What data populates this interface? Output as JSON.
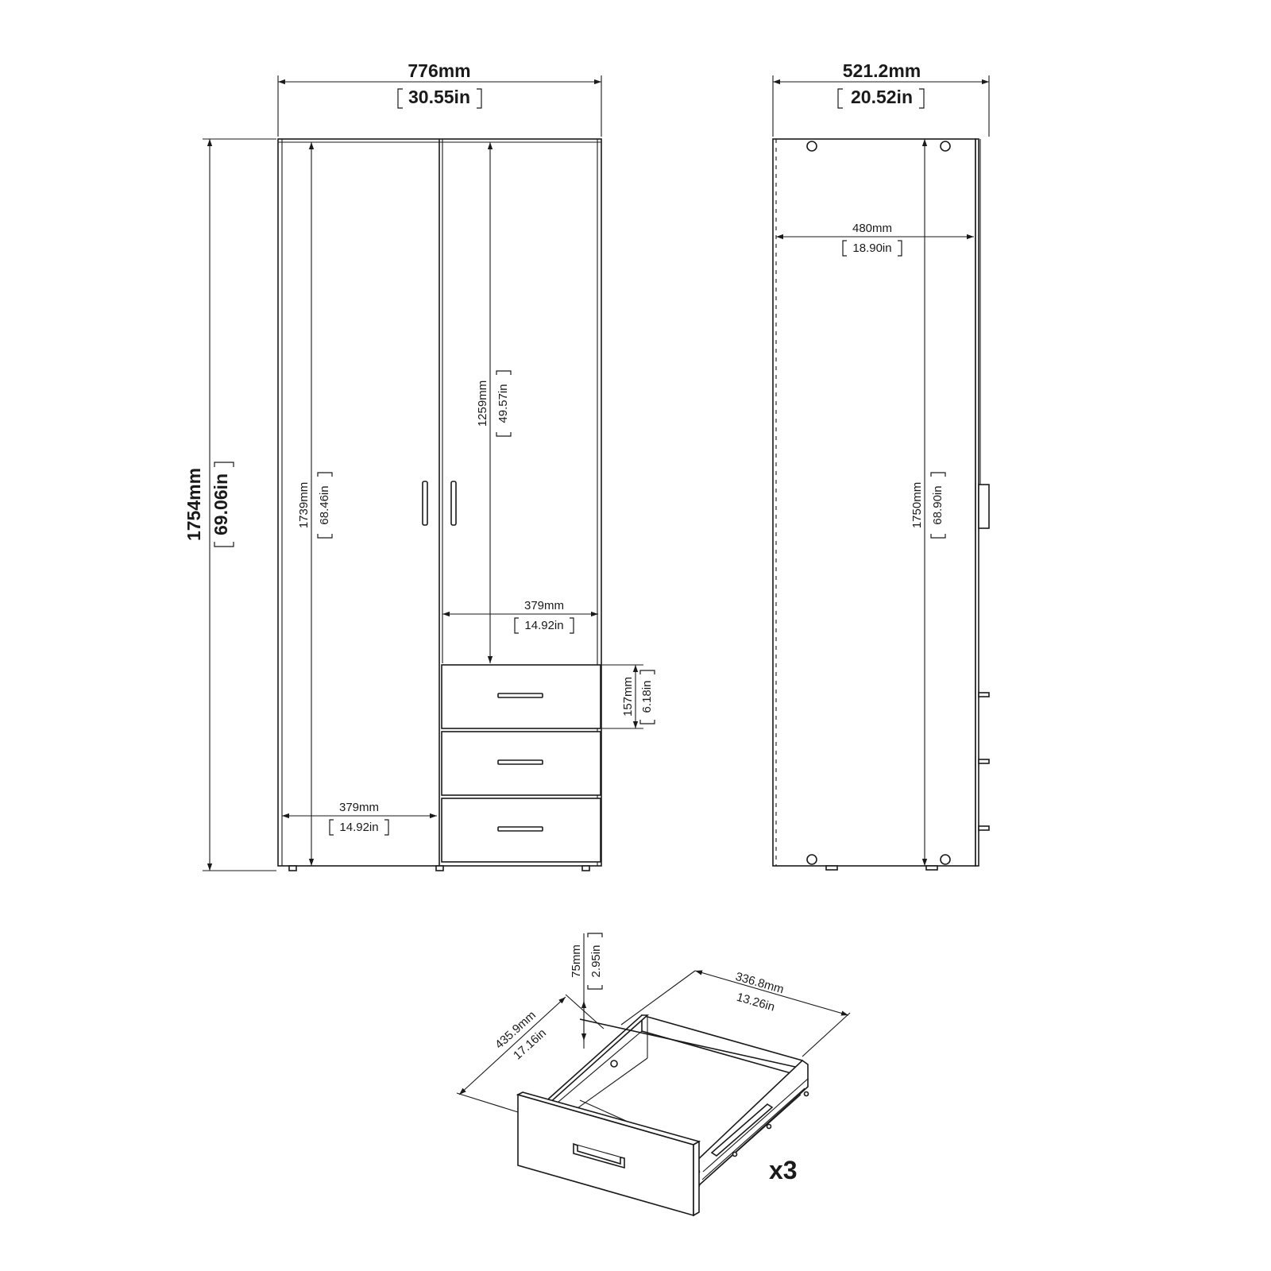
{
  "dimensions": {
    "width_mm": "776mm",
    "width_in": "30.55in",
    "depth_mm": "521.2mm",
    "depth_in": "20.52in",
    "height_mm": "1754mm",
    "height_in": "69.06in",
    "inner_height_mm": "1739mm",
    "inner_height_in": "68.46in",
    "door_height_mm": "1259mm",
    "door_height_in": "49.57in",
    "upper_section_width_mm": "379mm",
    "upper_section_width_in": "14.92in",
    "lower_section_width_mm": "379mm",
    "lower_section_width_in": "14.92in",
    "drawer_front_height_mm": "157mm",
    "drawer_front_height_in": "6.18in",
    "carcass_depth_mm": "480mm",
    "carcass_depth_in": "18.90in",
    "side_height_mm": "1750mm",
    "side_height_in": "68.90in"
  },
  "drawer": {
    "height_mm": "75mm",
    "height_in": "2.95in",
    "width_mm": "336.8mm",
    "width_in": "13.26in",
    "depth_mm": "435.9mm",
    "depth_in": "17.16in",
    "quantity": "x3"
  }
}
